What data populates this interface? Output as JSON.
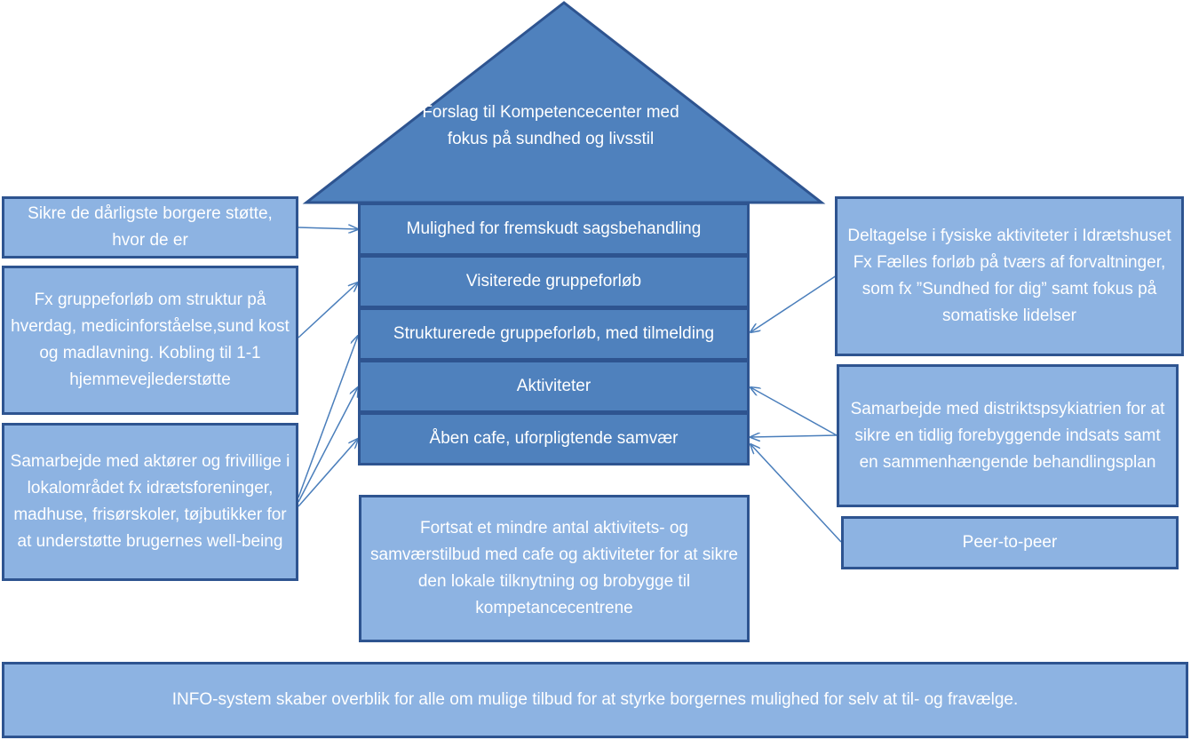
{
  "house": {
    "roof_text": "Forslag til Kompetencecenter med fokus på sundhed og livsstil",
    "floors": [
      "Mulighed for fremskudt sagsbehandling",
      "Visiterede gruppeforløb",
      "Strukturerede gruppeforløb, med tilmelding",
      "Aktiviteter",
      "Åben cafe, uforpligtende samvær"
    ]
  },
  "left_boxes": [
    "Sikre de dårligste borgere støtte, hvor de er",
    "Fx gruppeforløb om struktur på hverdag, medicinforståelse,sund kost og madlavning. Kobling til 1-1 hjemmevejlederstøtte",
    "Samarbejde med aktører og frivillige i lokalområdet fx idrætsforeninger, madhuse, frisørskoler, tøjbutikker for at understøtte brugernes well-being"
  ],
  "right_boxes": [
    "Deltagelse i fysiske aktiviteter i Idrætshuset Fx Fælles forløb på tværs af forvaltninger, som fx ”Sundhed for dig” samt fokus på somatiske lidelser",
    "Samarbejde med distriktspsykiatrien for at sikre en tidlig forebyggende indsats samt en sammenhængende behandlingsplan",
    "Peer-to-peer"
  ],
  "center_bottom": "Fortsat et mindre antal aktivitets- og samværstilbud med cafe og aktiviteter for at sikre den lokale tilknytning og brobygge til kompetancecentrene",
  "footer": "INFO-system skaber overblik for alle om mulige tilbud for at styrke borgernes mulighed for selv at til- og fravælge.",
  "colors": {
    "dark_fill": "#4f81bd",
    "light_fill": "#8db3e2",
    "border": "#2e5490",
    "arrow": "#4a7ebb"
  }
}
